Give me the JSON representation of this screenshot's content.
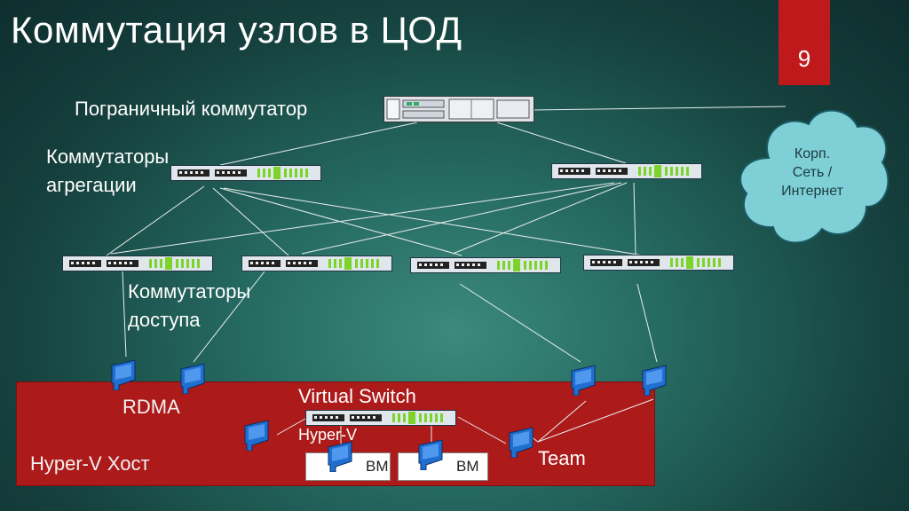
{
  "slide": {
    "title": "Коммутация узлов в ЦОД",
    "page_number": "9"
  },
  "labels": {
    "border_switch": "Пограничный коммутатор",
    "aggregation_line1": "Коммутаторы",
    "aggregation_line2": "агрегации",
    "access_line1": "Коммутаторы",
    "access_line2": "доступа",
    "rdma": "RDMA",
    "virtual_switch": "Virtual Switch",
    "hyperv": "Hyper-V",
    "hyperv_host": "Hyper-V Хост",
    "team": "Team",
    "vm1": "ВМ",
    "vm2": "ВМ"
  },
  "cloud": {
    "line1": "Корп.",
    "line2": "Сеть /",
    "line3": "Интернет"
  },
  "colors": {
    "host_red": "#ad1a1a",
    "page_tab_red": "#c0191b",
    "cloud_fill": "#7fd0d6",
    "nic_blue": "#1f6fd1",
    "switch_led_green": "#7cd42a"
  }
}
